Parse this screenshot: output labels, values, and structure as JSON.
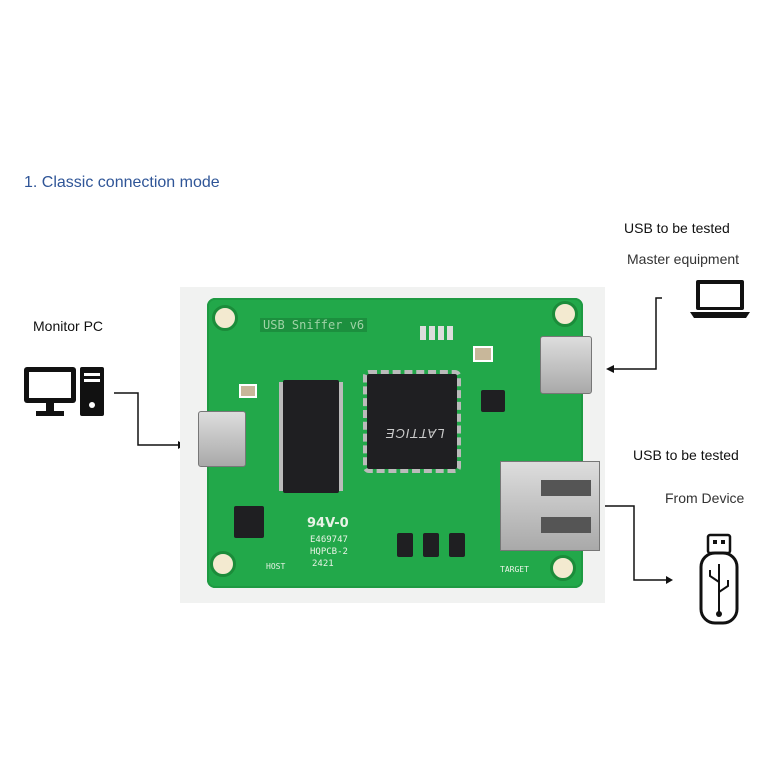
{
  "title": "1. Classic connection mode",
  "left": {
    "label": "Monitor PC",
    "icon": "desktop-computer-icon"
  },
  "right_top": {
    "label": "USB to be tested",
    "sublabel": "Master equipment",
    "icon": "laptop-icon"
  },
  "right_bottom": {
    "label": "USB to be tested",
    "sublabel": "From Device",
    "icon": "usb-flash-drive-icon"
  },
  "board": {
    "name": "USB Sniffer v6",
    "fpga_brand": "LATTICE",
    "cert": "94V-0",
    "code1": "E469747",
    "code2": "HQPCB-2",
    "date": "2421",
    "host_label": "HOST",
    "target_label": "TARGET"
  },
  "colors": {
    "title": "#2f5597",
    "pcb": "#22a84a"
  }
}
